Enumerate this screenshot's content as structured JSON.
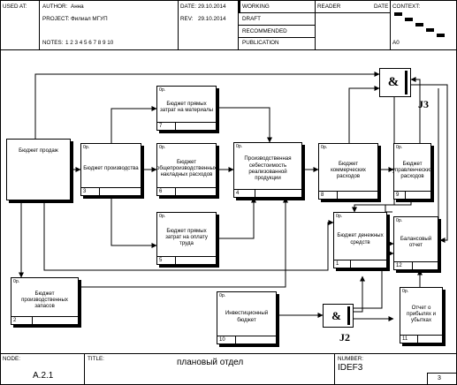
{
  "header": {
    "used_at_label": "USED AT:",
    "author_label": "AUTHOR:",
    "author_value": "Анна",
    "project_label": "PROJECT:",
    "project_value": "Филиал МГУП",
    "notes_label": "NOTES:",
    "notes_value": "1 2 3 4 5 6 7 8 9 10",
    "date_label": "DATE:",
    "date_value": "29.10.2014",
    "rev_label": "REV:",
    "rev_value": "29.10.2014",
    "status_working": "WORKING",
    "status_draft": "DRAFT",
    "status_recommended": "RECOMMENDED",
    "status_publication": "PUBLICATION",
    "reader_label": "READER",
    "reader_date_label": "DATE",
    "context_label": "CONTEXT:",
    "context_node": "A0"
  },
  "diagram": {
    "cost_label": "0р.",
    "boxes": {
      "b_sales": {
        "label": "Бюджет продаж",
        "number": ""
      },
      "b_production": {
        "label": "Бюджет производства",
        "number": "3"
      },
      "b_materials": {
        "label": "Бюджет прямых затрат на материалы",
        "number": "7"
      },
      "b_overhead": {
        "label": "Бюджет общепроизводственных накладных расходов",
        "number": "6"
      },
      "b_labor": {
        "label": "Бюджет прямых затрат на оплату труда",
        "number": "5"
      },
      "b_cost": {
        "label": "Производственная себестоимость реализованной продукции",
        "number": "4"
      },
      "b_commercial": {
        "label": "Бюджет коммерческих расходов",
        "number": "8"
      },
      "b_management": {
        "label": "Бюджет управленческих расходов",
        "number": "9"
      },
      "b_cash": {
        "label": "Бюджет денежных средств",
        "number": "1"
      },
      "b_balance": {
        "label": "Балансовый отчет",
        "number": "12"
      },
      "b_stock": {
        "label": "Бюджет производственных запасов",
        "number": "2"
      },
      "b_invest": {
        "label": "Инвестиционный бюджет",
        "number": "10"
      },
      "b_profit": {
        "label": "Отчет о прибылях и убытках",
        "number": "11"
      }
    },
    "junctions": {
      "j3": {
        "symbol": "&",
        "label": "J3"
      },
      "j2": {
        "symbol": "&",
        "label": "J2"
      }
    }
  },
  "footer": {
    "node_label": "NODE:",
    "node_value": "A.2.1",
    "title_label": "TITLE:",
    "title_value": "плановый отдел",
    "number_label": "NUMBER:",
    "number_value": "IDEF3",
    "page_value": "3"
  }
}
